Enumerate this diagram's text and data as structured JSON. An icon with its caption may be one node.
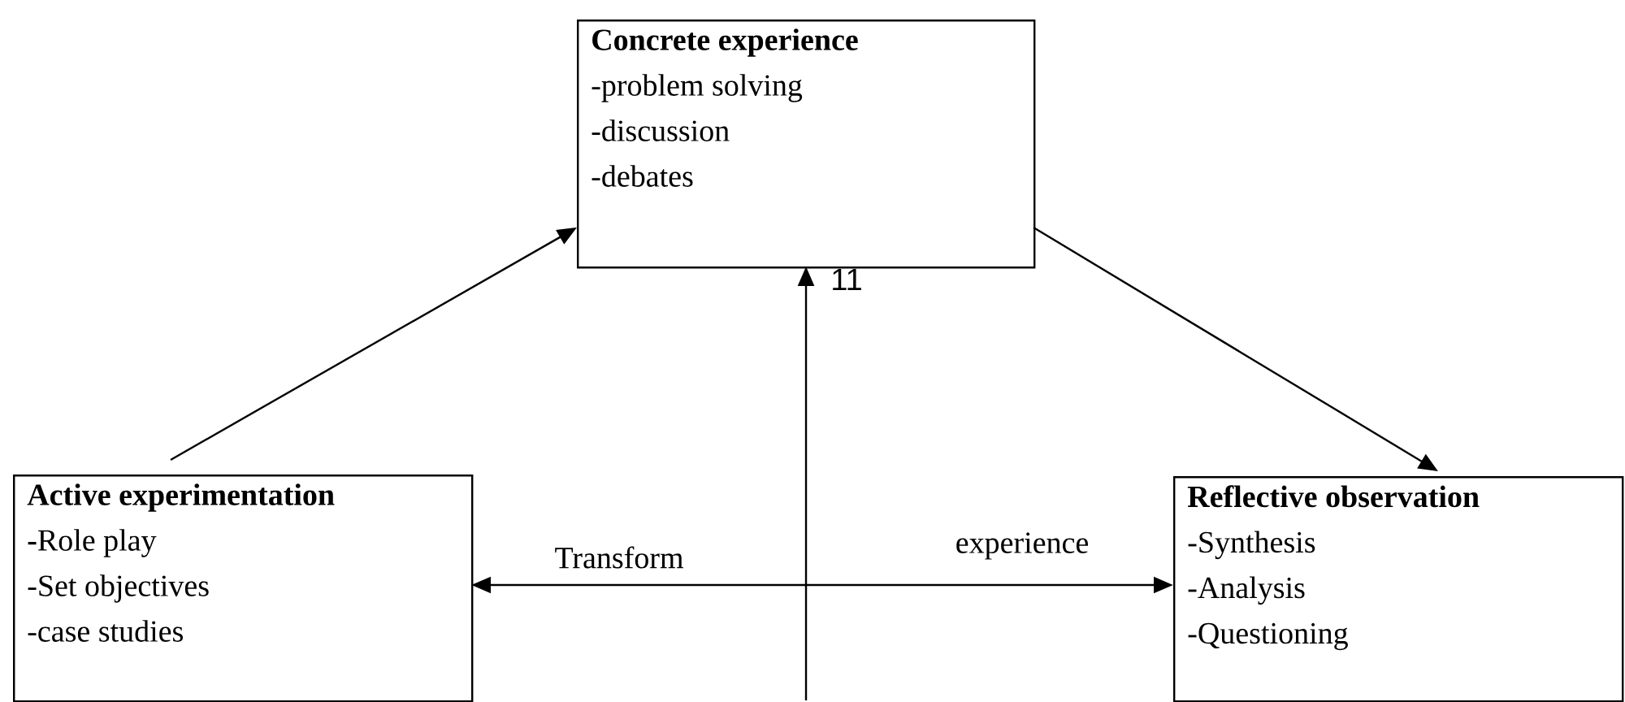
{
  "diagram": {
    "nodes": [
      {
        "text": [
          "Concrete experience",
          "-problem solving",
          "-discussion",
          "-debates"
        ]
      },
      {
        "text": [
          "Active experimentation",
          "**-**Role play",
          "-Set objectives",
          "-case studies"
        ]
      },
      {
        "text": [
          "Reflective observation",
          "-Synthesis",
          "-Analysis",
          "-Questioning"
        ]
      }
    ],
    "edges": [
      {
        "from": 1,
        "to": 0,
        "arrow": "to"
      },
      {
        "from": 0,
        "to": 2,
        "arrow": "to"
      },
      {
        "from": null,
        "to": 0,
        "arrow": "to"
      },
      {
        "from": 1,
        "to": 2,
        "arrow": "both"
      }
    ],
    "labels": [
      "11",
      "Transform",
      "experience"
    ]
  }
}
